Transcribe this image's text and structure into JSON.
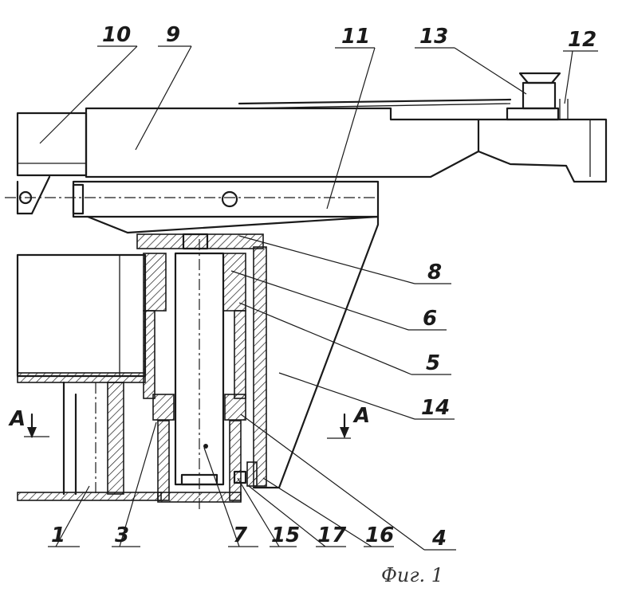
{
  "figure": {
    "caption": "Фиг. 1",
    "section_mark": "A",
    "part_labels": [
      {
        "id": "lbl-10",
        "text": "10"
      },
      {
        "id": "lbl-9",
        "text": "9"
      },
      {
        "id": "lbl-11",
        "text": "11"
      },
      {
        "id": "lbl-13",
        "text": "13"
      },
      {
        "id": "lbl-12",
        "text": "12"
      },
      {
        "id": "lbl-8",
        "text": "8"
      },
      {
        "id": "lbl-6",
        "text": "6"
      },
      {
        "id": "lbl-5",
        "text": "5"
      },
      {
        "id": "lbl-14",
        "text": "14"
      },
      {
        "id": "lbl-4",
        "text": "4"
      },
      {
        "id": "lbl-1",
        "text": "1"
      },
      {
        "id": "lbl-3",
        "text": "3"
      },
      {
        "id": "lbl-7",
        "text": "7"
      },
      {
        "id": "lbl-15",
        "text": "15"
      },
      {
        "id": "lbl-17",
        "text": "17"
      },
      {
        "id": "lbl-16",
        "text": "16"
      }
    ]
  }
}
